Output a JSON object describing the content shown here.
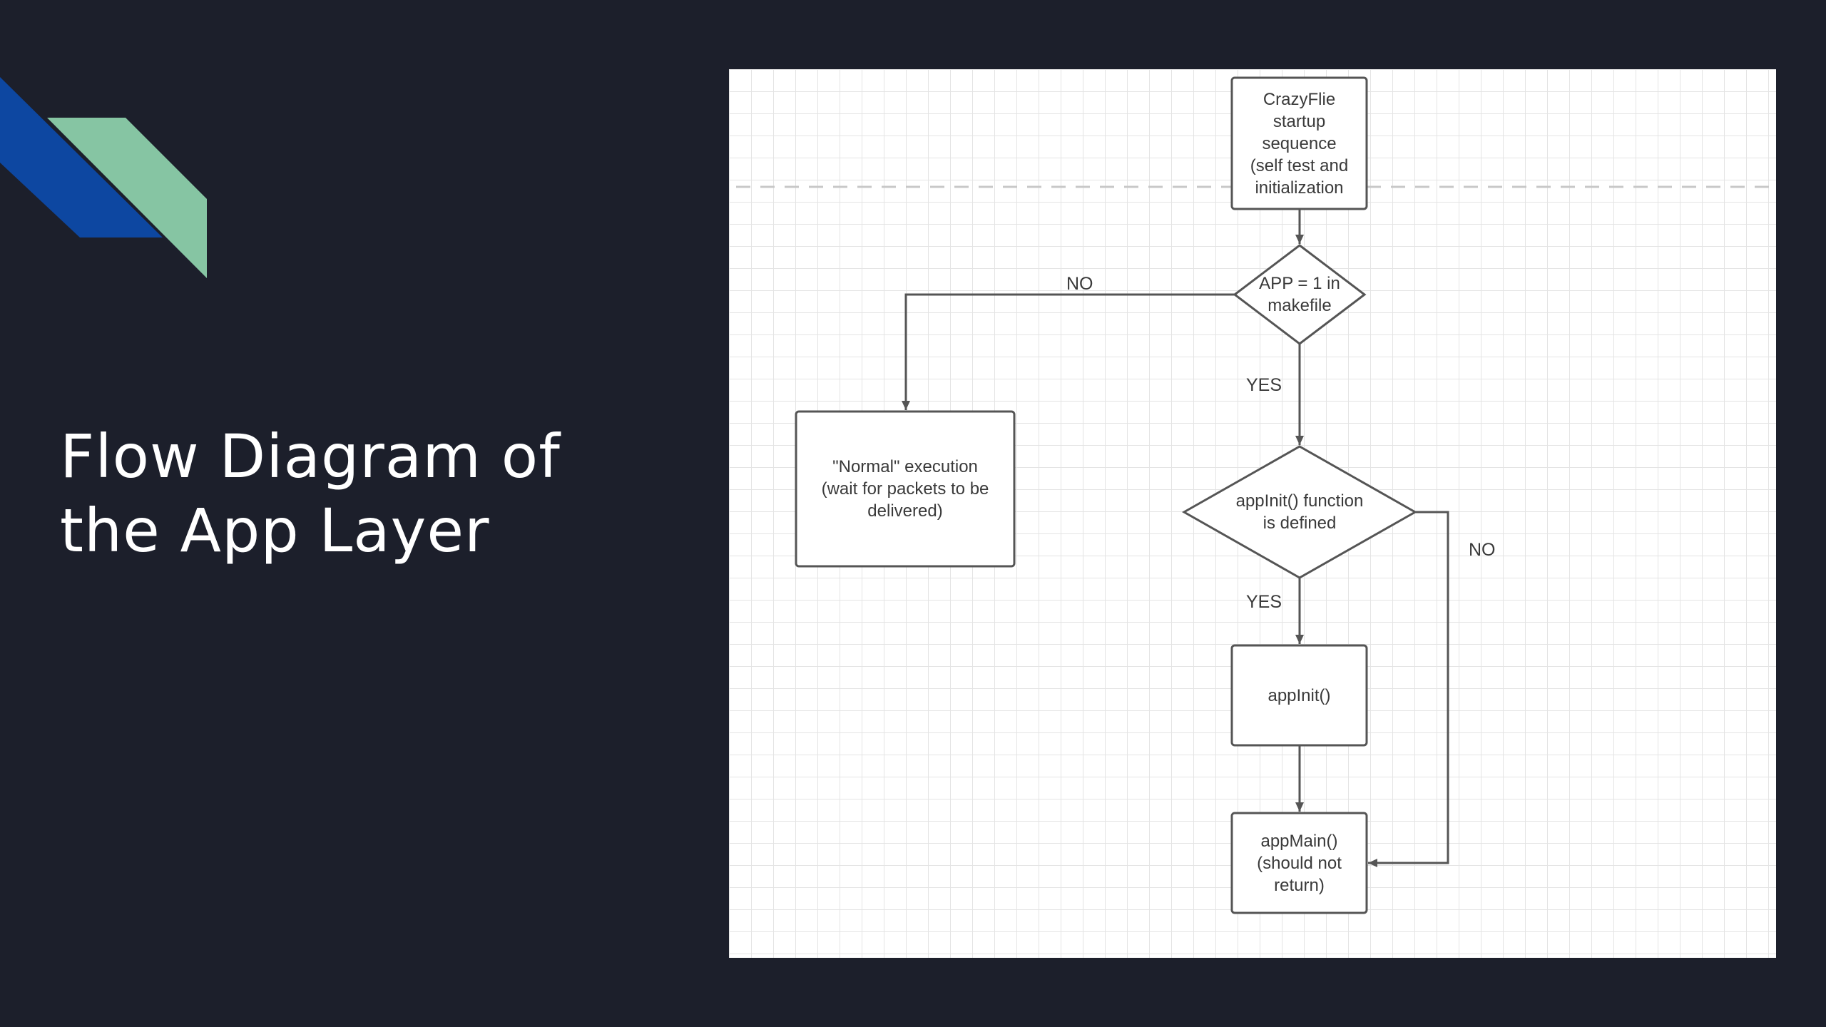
{
  "slide": {
    "title_lines": [
      "Flow Diagram of",
      "the App Layer"
    ],
    "colors": {
      "background": "#1c1f2b",
      "accent_blue": "#0d47a1",
      "accent_green": "#86c5a3"
    }
  },
  "diagram": {
    "nodes": {
      "startup": "CrazyFlie\nstartup\nsequence\n(self test and\ninitialization",
      "app_check": "APP = 1 in\nmakefile",
      "normal": "\"Normal\" execution\n(wait for packets to be\ndelivered)",
      "appinit_check": "appInit() function\nis defined",
      "appinit": "appInit()",
      "appmain": "appMain()\n(should not\nreturn)"
    },
    "edge_labels": {
      "app_no": "NO",
      "app_yes": "YES",
      "init_yes": "YES",
      "init_no": "NO"
    }
  }
}
